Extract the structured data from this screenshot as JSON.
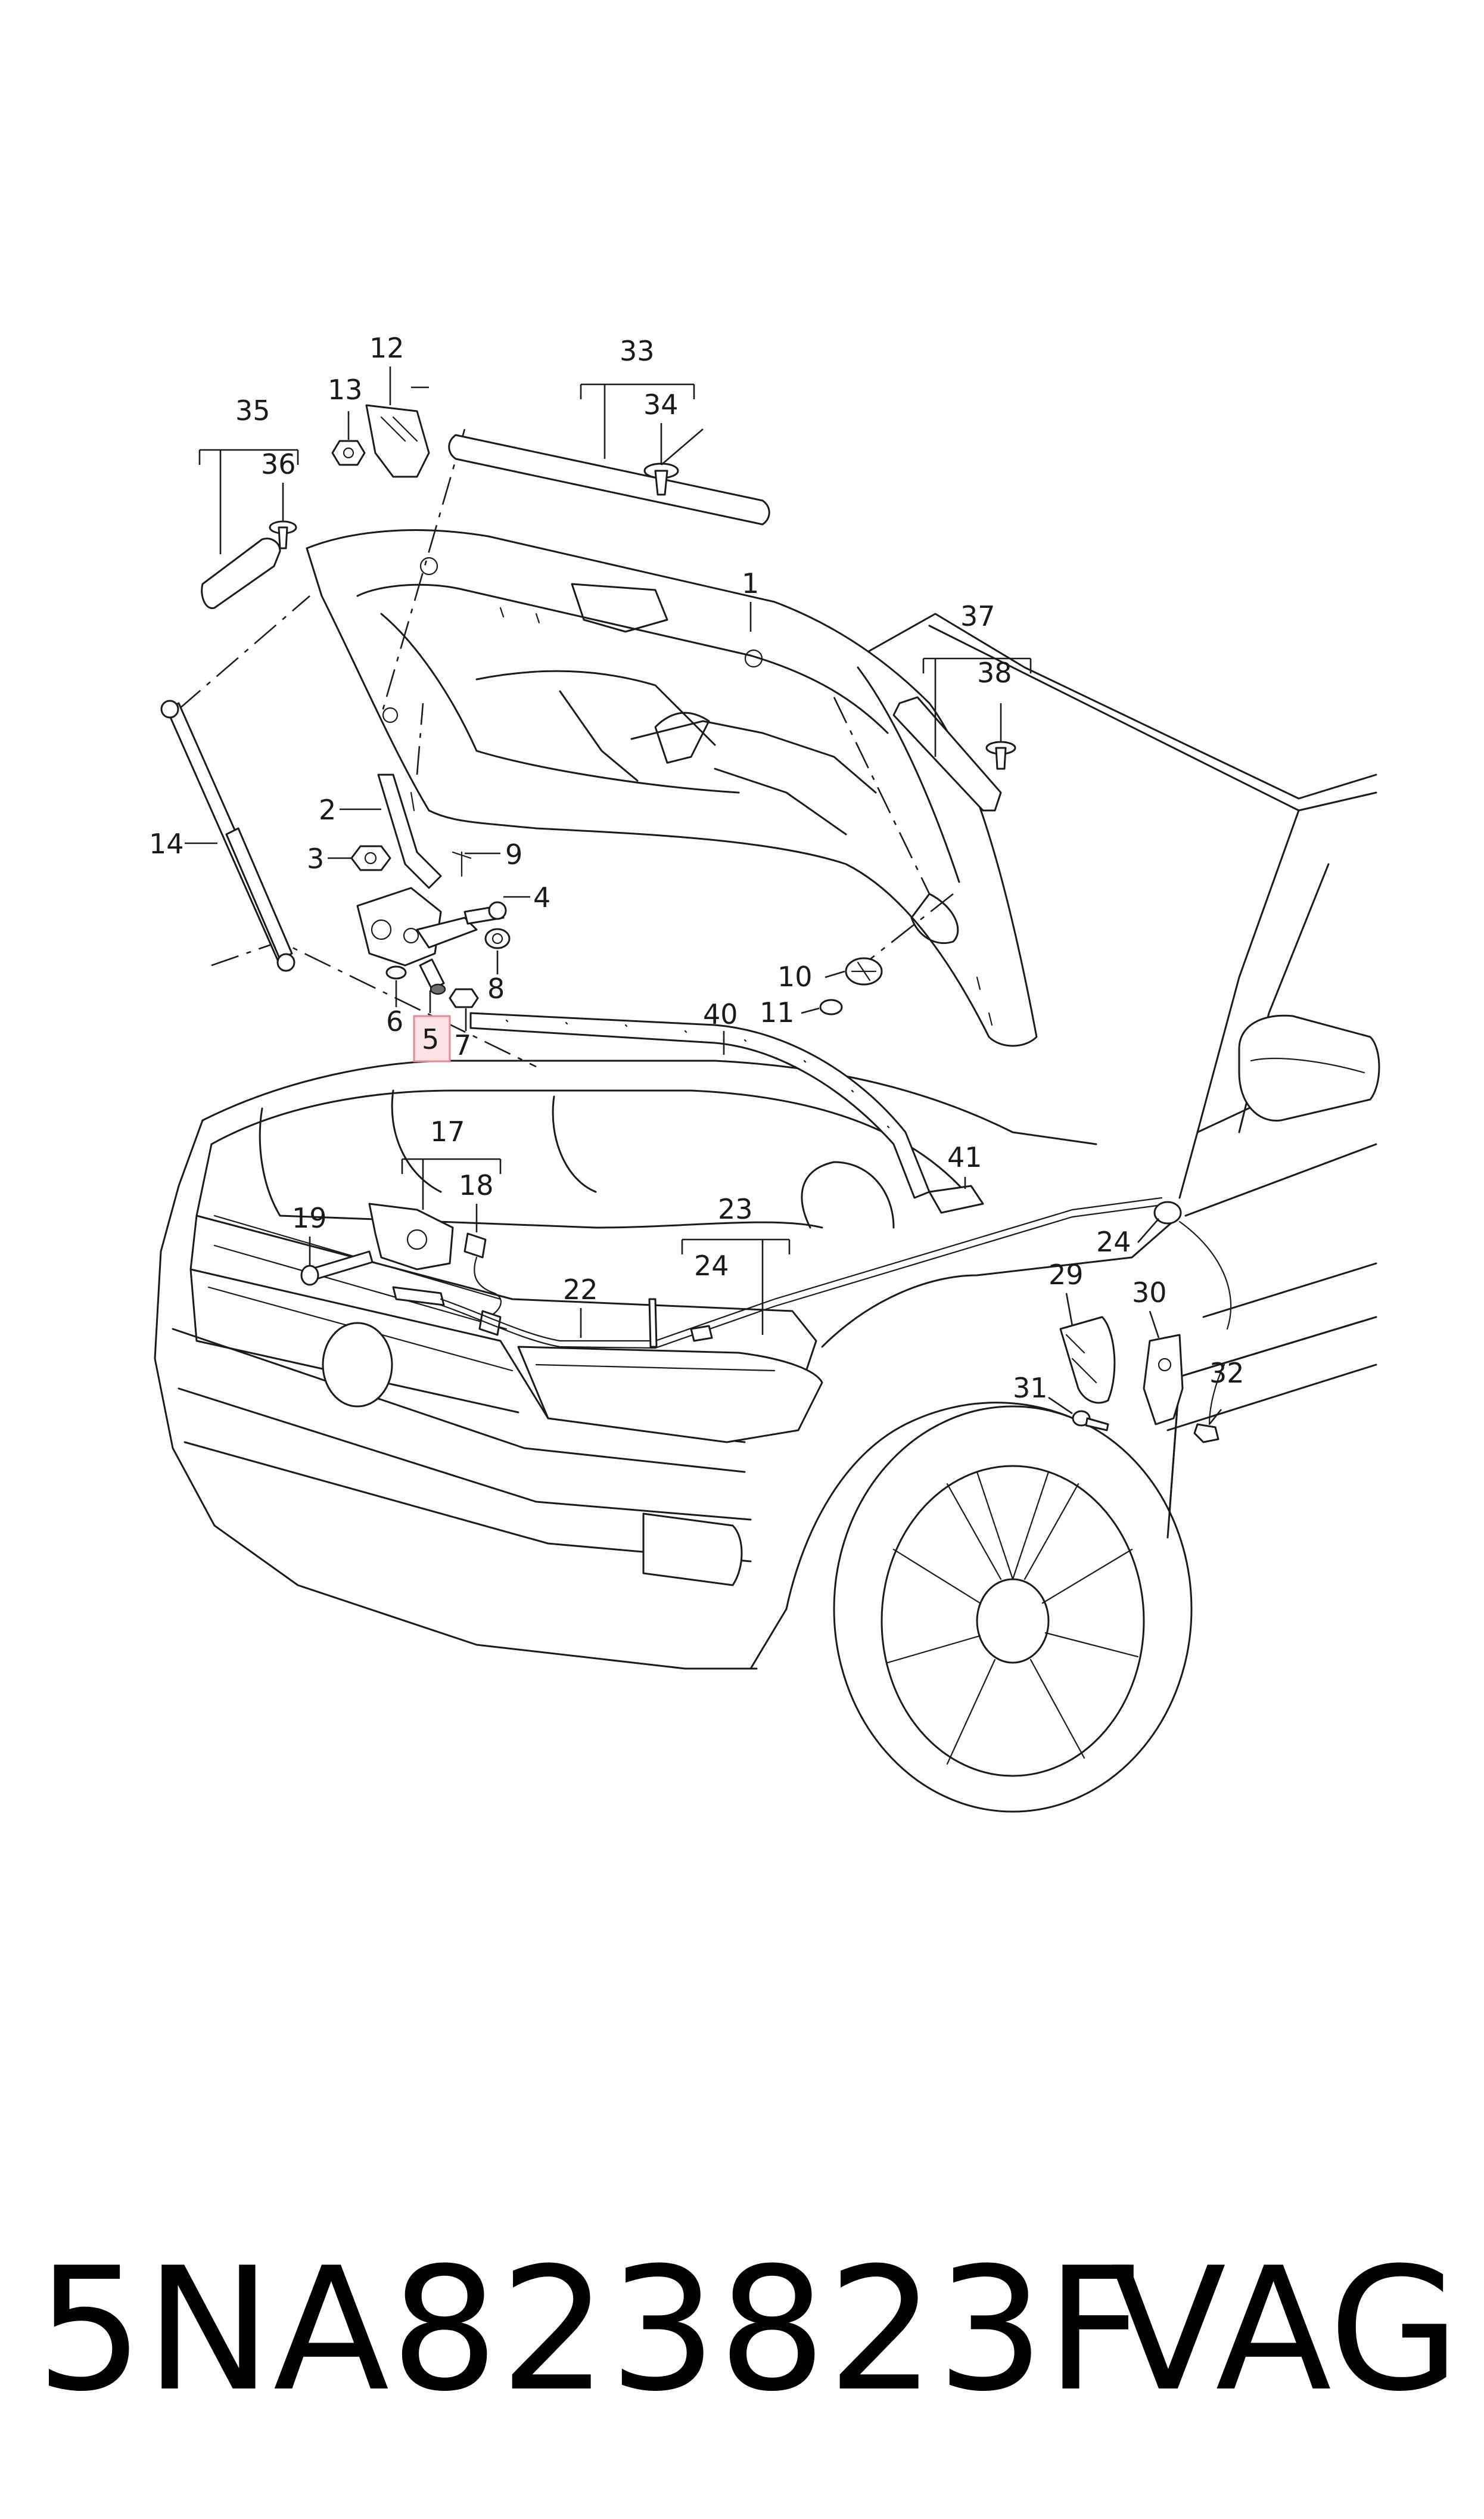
{
  "diagram": {
    "callouts": [
      {
        "id": "1",
        "label": "1"
      },
      {
        "id": "2",
        "label": "2"
      },
      {
        "id": "3",
        "label": "3"
      },
      {
        "id": "4",
        "label": "4"
      },
      {
        "id": "5",
        "label": "5"
      },
      {
        "id": "6",
        "label": "6"
      },
      {
        "id": "7",
        "label": "7"
      },
      {
        "id": "8",
        "label": "8"
      },
      {
        "id": "9",
        "label": "9"
      },
      {
        "id": "10",
        "label": "10"
      },
      {
        "id": "11",
        "label": "11"
      },
      {
        "id": "12",
        "label": "12"
      },
      {
        "id": "13",
        "label": "13"
      },
      {
        "id": "14",
        "label": "14"
      },
      {
        "id": "17",
        "label": "17"
      },
      {
        "id": "18",
        "label": "18"
      },
      {
        "id": "19",
        "label": "19"
      },
      {
        "id": "22",
        "label": "22"
      },
      {
        "id": "23",
        "label": "23"
      },
      {
        "id": "24a",
        "label": "24"
      },
      {
        "id": "24b",
        "label": "24"
      },
      {
        "id": "29",
        "label": "29"
      },
      {
        "id": "30",
        "label": "30"
      },
      {
        "id": "31",
        "label": "31"
      },
      {
        "id": "32",
        "label": "32"
      },
      {
        "id": "33",
        "label": "33"
      },
      {
        "id": "34",
        "label": "34"
      },
      {
        "id": "35",
        "label": "35"
      },
      {
        "id": "36",
        "label": "36"
      },
      {
        "id": "37",
        "label": "37"
      },
      {
        "id": "38",
        "label": "38"
      },
      {
        "id": "40",
        "label": "40"
      },
      {
        "id": "41",
        "label": "41"
      }
    ],
    "highlighted_callout": "5",
    "highlight_color": "#fbe3e6",
    "highlight_border_color": "#e58b96"
  },
  "footer": {
    "part_number": "5NA823823F",
    "brand": "VAG"
  }
}
